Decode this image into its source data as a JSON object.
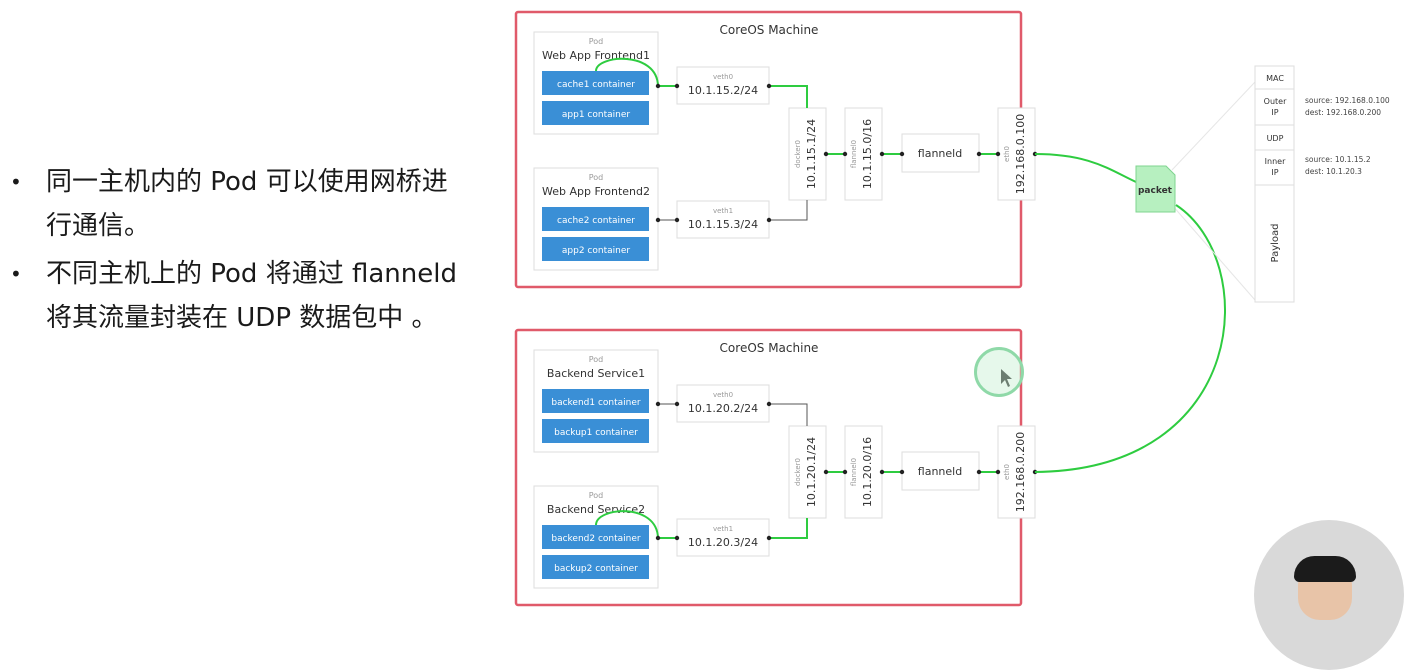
{
  "bullets": [
    "同一主机内的 Pod 可以使用网桥进行通信。",
    "不同主机上的 Pod 将通过 flanneld 将其流量封装在 UDP 数据包中 。"
  ],
  "machine1": {
    "title": "CoreOS Machine",
    "pod1": {
      "tag": "Pod",
      "name": "Web App Frontend1",
      "c1": "cache1 container",
      "c2": "app1 container"
    },
    "pod2": {
      "tag": "Pod",
      "name": "Web App Frontend2",
      "c1": "cache2 container",
      "c2": "app2 container"
    },
    "veth0": {
      "tag": "veth0",
      "ip": "10.1.15.2/24"
    },
    "veth1": {
      "tag": "veth1",
      "ip": "10.1.15.3/24"
    },
    "docker0": {
      "tag": "docker0",
      "ip": "10.1.15.1/24"
    },
    "flannel0": {
      "tag": "flannel0",
      "ip": "10.1.15.0/16"
    },
    "flanneld": "flanneld",
    "eth0": {
      "tag": "eth0",
      "ip": "192.168.0.100"
    }
  },
  "machine2": {
    "title": "CoreOS Machine",
    "pod1": {
      "tag": "Pod",
      "name": "Backend Service1",
      "c1": "backend1 container",
      "c2": "backup1 container"
    },
    "pod2": {
      "tag": "Pod",
      "name": "Backend Service2",
      "c1": "backend2 container",
      "c2": "backup2 container"
    },
    "veth0": {
      "tag": "veth0",
      "ip": "10.1.20.2/24"
    },
    "veth1": {
      "tag": "veth1",
      "ip": "10.1.20.3/24"
    },
    "docker0": {
      "tag": "docker0",
      "ip": "10.1.20.1/24"
    },
    "flannel0": {
      "tag": "flannel0",
      "ip": "10.1.20.0/16"
    },
    "flanneld": "flanneld",
    "eth0": {
      "tag": "eth0",
      "ip": "192.168.0.200"
    }
  },
  "packet": {
    "label": "packet",
    "fields": [
      "MAC",
      "Outer\nIP",
      "UDP",
      "Inner\nIP",
      "Payload"
    ],
    "outer_source": "source: 192.168.0.100",
    "outer_dest": "dest: 192.168.0.200",
    "inner_source": "source: 10.1.15.2",
    "inner_dest": "dest: 10.1.20.3"
  },
  "colors": {
    "machine_border": "#e05a6a",
    "container": "#3a8fd6",
    "link": "#2ecc40",
    "packet": "#b7f0c0"
  }
}
